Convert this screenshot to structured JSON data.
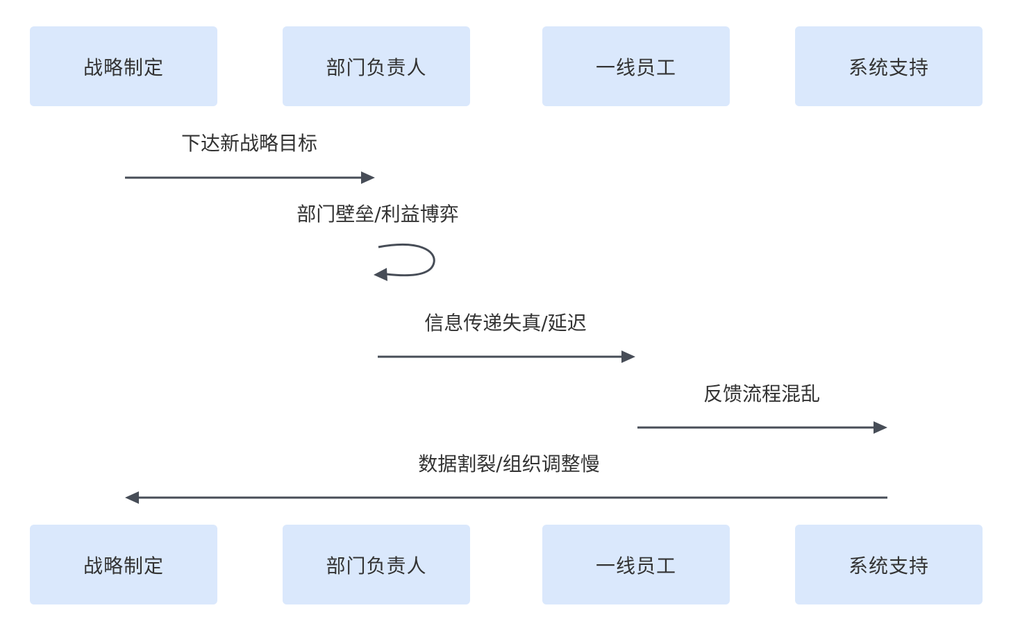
{
  "participants": [
    {
      "id": "strategy",
      "label": "战略制定"
    },
    {
      "id": "dept_head",
      "label": "部门负责人"
    },
    {
      "id": "frontline",
      "label": "一线员工"
    },
    {
      "id": "system",
      "label": "系统支持"
    }
  ],
  "messages": [
    {
      "from": "strategy",
      "to": "dept_head",
      "label": "下达新战略目标"
    },
    {
      "from": "dept_head",
      "to": "dept_head",
      "label": "部门壁垒/利益博弈"
    },
    {
      "from": "dept_head",
      "to": "frontline",
      "label": "信息传递失真/延迟"
    },
    {
      "from": "frontline",
      "to": "system",
      "label": "反馈流程混乱"
    },
    {
      "from": "system",
      "to": "strategy",
      "label": "数据割裂/组织调整慢"
    }
  ],
  "colors": {
    "participant_fill": "#dae8fc",
    "arrow": "#474d57",
    "text": "#333333"
  }
}
